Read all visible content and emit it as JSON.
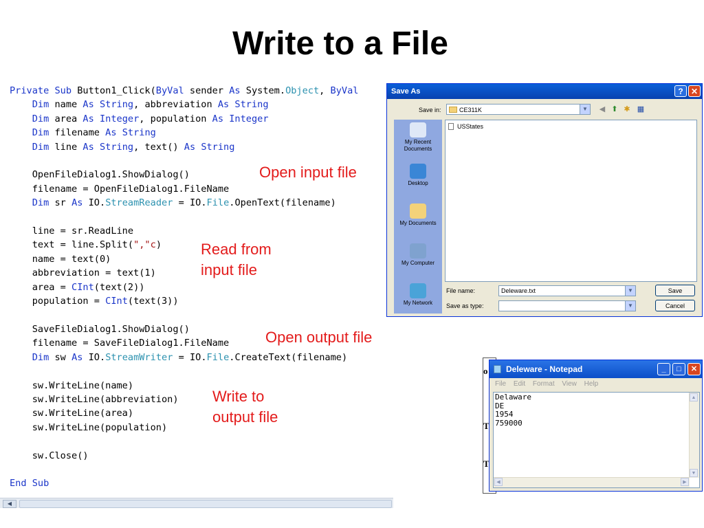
{
  "slide": {
    "title": "Write to a File"
  },
  "code": {
    "lines": [
      [
        [
          "kw",
          "Private Sub"
        ],
        [
          "t",
          " Button1_Click("
        ],
        [
          "kw",
          "ByVal"
        ],
        [
          "t",
          " sender "
        ],
        [
          "kw",
          "As"
        ],
        [
          "t",
          " System."
        ],
        [
          "ty",
          "Object"
        ],
        [
          "t",
          ", "
        ],
        [
          "kw",
          "ByVal"
        ]
      ],
      [
        [
          "t",
          "    "
        ],
        [
          "kw",
          "Dim"
        ],
        [
          "t",
          " name "
        ],
        [
          "kw",
          "As String"
        ],
        [
          "t",
          ", abbreviation "
        ],
        [
          "kw",
          "As String"
        ]
      ],
      [
        [
          "t",
          "    "
        ],
        [
          "kw",
          "Dim"
        ],
        [
          "t",
          " area "
        ],
        [
          "kw",
          "As Integer"
        ],
        [
          "t",
          ", population "
        ],
        [
          "kw",
          "As Integer"
        ]
      ],
      [
        [
          "t",
          "    "
        ],
        [
          "kw",
          "Dim"
        ],
        [
          "t",
          " filename "
        ],
        [
          "kw",
          "As String"
        ]
      ],
      [
        [
          "t",
          "    "
        ],
        [
          "kw",
          "Dim"
        ],
        [
          "t",
          " line "
        ],
        [
          "kw",
          "As String"
        ],
        [
          "t",
          ", text() "
        ],
        [
          "kw",
          "As String"
        ]
      ],
      [
        [
          "t",
          ""
        ]
      ],
      [
        [
          "t",
          "    OpenFileDialog1.ShowDialog()"
        ]
      ],
      [
        [
          "t",
          "    filename = OpenFileDialog1.FileName"
        ]
      ],
      [
        [
          "t",
          "    "
        ],
        [
          "kw",
          "Dim"
        ],
        [
          "t",
          " sr "
        ],
        [
          "kw",
          "As"
        ],
        [
          "t",
          " IO."
        ],
        [
          "ty",
          "StreamReader"
        ],
        [
          "t",
          " = IO."
        ],
        [
          "ty",
          "File"
        ],
        [
          "t",
          ".OpenText(filename)"
        ]
      ],
      [
        [
          "t",
          ""
        ]
      ],
      [
        [
          "t",
          "    line = sr.ReadLine"
        ]
      ],
      [
        [
          "t",
          "    text = line.Split("
        ],
        [
          "st",
          "\",\"c"
        ],
        [
          "t",
          ")"
        ]
      ],
      [
        [
          "t",
          "    name = text(0)"
        ]
      ],
      [
        [
          "t",
          "    abbreviation = text(1)"
        ]
      ],
      [
        [
          "t",
          "    area = "
        ],
        [
          "kw",
          "CInt"
        ],
        [
          "t",
          "(text(2))"
        ]
      ],
      [
        [
          "t",
          "    population = "
        ],
        [
          "kw",
          "CInt"
        ],
        [
          "t",
          "(text(3))"
        ]
      ],
      [
        [
          "t",
          ""
        ]
      ],
      [
        [
          "t",
          "    SaveFileDialog1.ShowDialog()"
        ]
      ],
      [
        [
          "t",
          "    filename = SaveFileDialog1.FileName"
        ]
      ],
      [
        [
          "t",
          "    "
        ],
        [
          "kw",
          "Dim"
        ],
        [
          "t",
          " sw "
        ],
        [
          "kw",
          "As"
        ],
        [
          "t",
          " IO."
        ],
        [
          "ty",
          "StreamWriter"
        ],
        [
          "t",
          " = IO."
        ],
        [
          "ty",
          "File"
        ],
        [
          "t",
          ".CreateText(filename)"
        ]
      ],
      [
        [
          "t",
          ""
        ]
      ],
      [
        [
          "t",
          "    sw.WriteLine(name)"
        ]
      ],
      [
        [
          "t",
          "    sw.WriteLine(abbreviation)"
        ]
      ],
      [
        [
          "t",
          "    sw.WriteLine(area)"
        ]
      ],
      [
        [
          "t",
          "    sw.WriteLine(population)"
        ]
      ],
      [
        [
          "t",
          ""
        ]
      ],
      [
        [
          "t",
          "    sw.Close()"
        ]
      ],
      [
        [
          "t",
          ""
        ]
      ],
      [
        [
          "kw",
          "End Sub"
        ]
      ]
    ]
  },
  "annotations": {
    "open_input": "Open input file",
    "read_from_1": "Read from",
    "read_from_2": "input file",
    "open_output": "Open output file",
    "write_to_1": "Write to",
    "write_to_2": "output file"
  },
  "save_dialog": {
    "title": "Save As",
    "help": "?",
    "close": "✕",
    "save_in_label": "Save in:",
    "save_in_value": "CE311K",
    "places": [
      "My Recent Documents",
      "Desktop",
      "My Documents",
      "My Computer",
      "My Network"
    ],
    "files": [
      "USStates"
    ],
    "file_name_label": "File name:",
    "file_name_value": "Deleware.txt",
    "save_as_type_label": "Save as type:",
    "save_as_type_value": "",
    "save_button": "Save",
    "cancel_button": "Cancel"
  },
  "background_window": {
    "chars": [
      "o",
      "T",
      "T"
    ]
  },
  "notepad": {
    "title": "Deleware - Notepad",
    "menu": [
      "File",
      "Edit",
      "Format",
      "View",
      "Help"
    ],
    "minimize": "_",
    "maximize": "□",
    "close": "✕",
    "content": "Delaware\nDE\n1954\n759000"
  },
  "colors": {
    "keyword": "#1a35c9",
    "type": "#2b91af",
    "string": "#a31515",
    "annotation": "#e31b1b",
    "xp_titlebar": "#0a5fd8"
  }
}
